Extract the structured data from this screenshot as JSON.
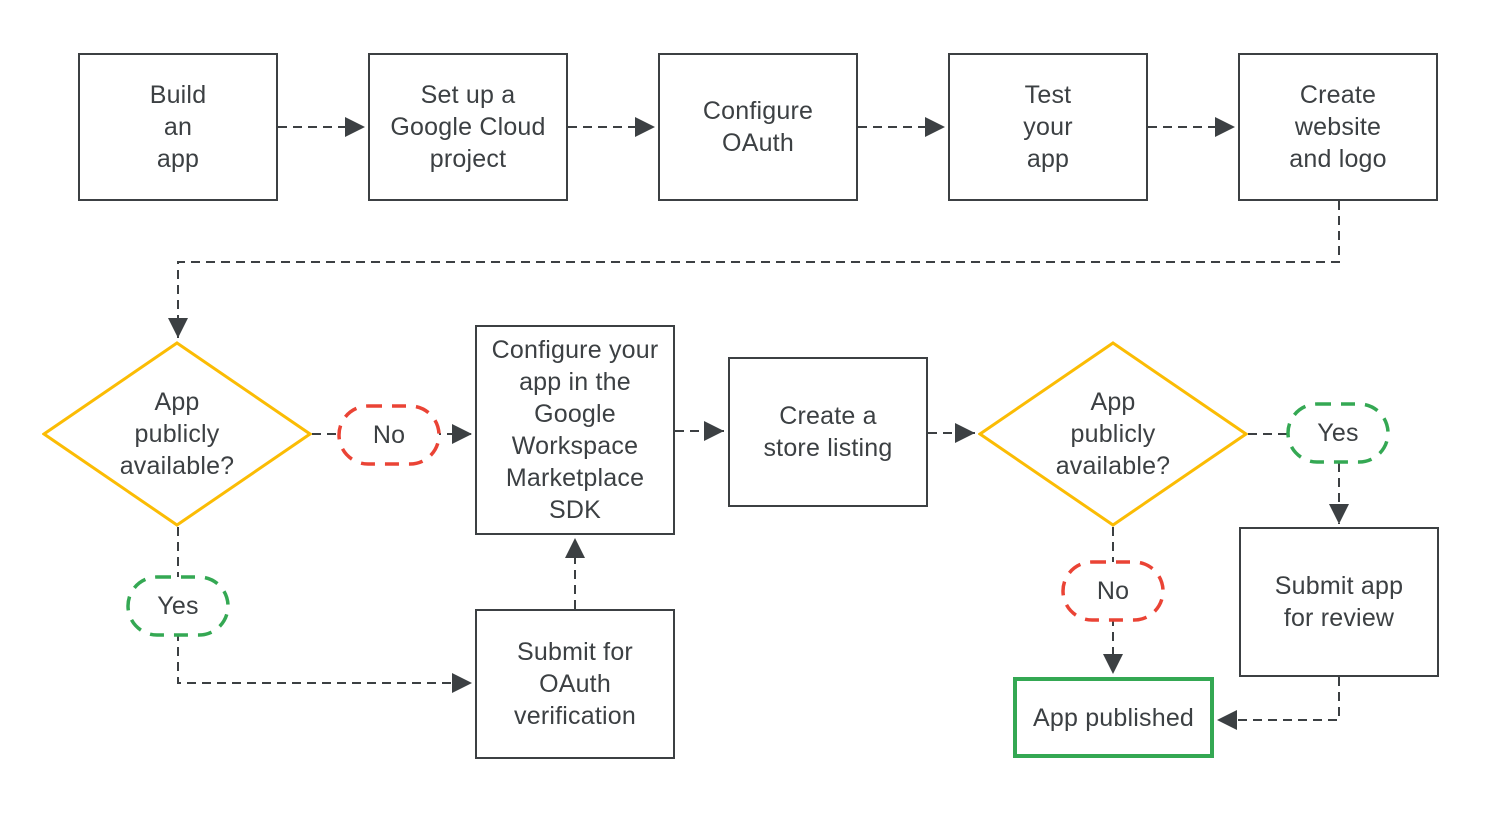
{
  "diagram": {
    "colors": {
      "node": "#3C4043",
      "text": "#3C4043",
      "decision": "#FBBC04",
      "no": "#EA4335",
      "yes": "#34A853"
    },
    "nodes": {
      "build_app": {
        "label": "Build\nan\napp"
      },
      "setup_project": {
        "label": "Set up a\nGoogle Cloud\nproject"
      },
      "configure_oauth": {
        "label": "Configure\nOAuth"
      },
      "test_app": {
        "label": "Test\nyour\napp"
      },
      "create_website": {
        "label": "Create\nwebsite\nand logo"
      },
      "decision1": {
        "label": "App\npublicly\navailable?"
      },
      "no1": {
        "label": "No"
      },
      "yes1": {
        "label": "Yes"
      },
      "configure_sdk": {
        "label": "Configure your\napp in the\nGoogle\nWorkspace\nMarketplace\nSDK"
      },
      "store_listing": {
        "label": "Create a\nstore listing"
      },
      "submit_oauth": {
        "label": "Submit for\nOAuth\nverification"
      },
      "decision2": {
        "label": "App\npublicly\navailable?"
      },
      "yes2": {
        "label": "Yes"
      },
      "no2": {
        "label": "No"
      },
      "submit_review": {
        "label": "Submit app\nfor review"
      },
      "app_published": {
        "label": "App published"
      }
    }
  }
}
